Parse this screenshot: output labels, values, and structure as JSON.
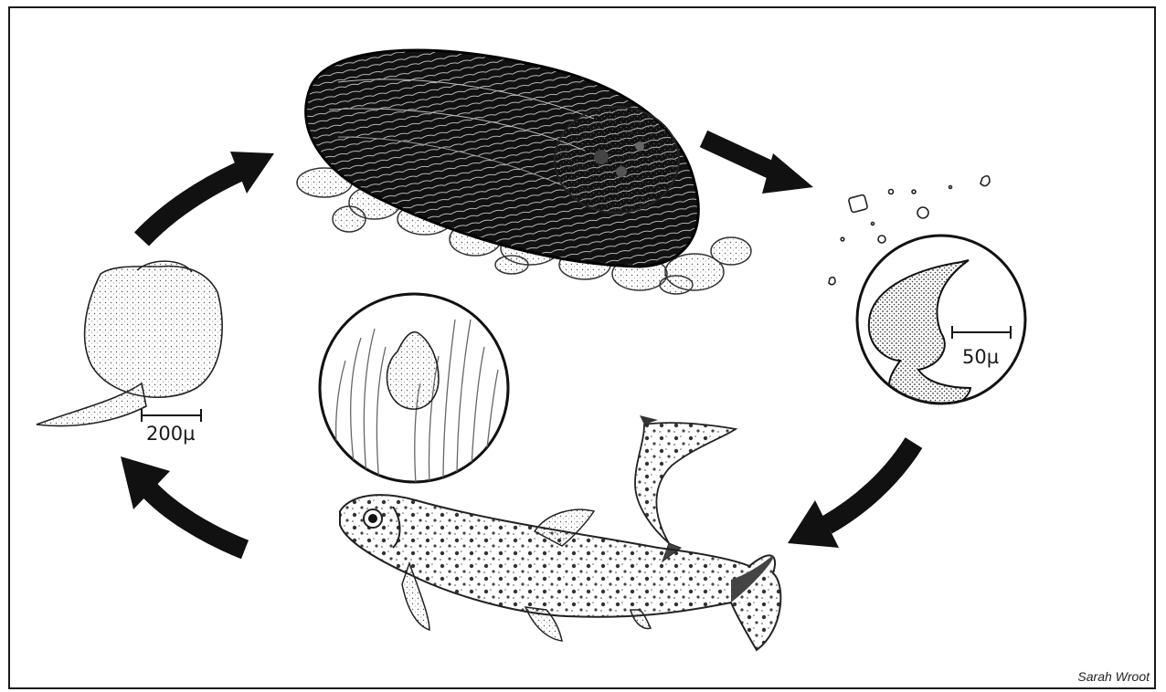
{
  "diagram": {
    "scale_labels": {
      "larva": "200µ",
      "glochidium": "50µ"
    },
    "credit": "Sarah Wroot",
    "stages": [
      {
        "name": "mussel",
        "icon": "mussel-on-gravel-icon"
      },
      {
        "name": "glochidia",
        "icon": "glochidium-icon"
      },
      {
        "name": "fish-host",
        "icon": "trout-icon"
      },
      {
        "name": "encysted-larva",
        "icon": "gill-cyst-icon"
      },
      {
        "name": "juvenile",
        "icon": "juvenile-mussel-icon"
      }
    ],
    "colors": {
      "ink": "#1a1a1a",
      "paper": "#ffffff",
      "stipple": "#555555"
    }
  }
}
